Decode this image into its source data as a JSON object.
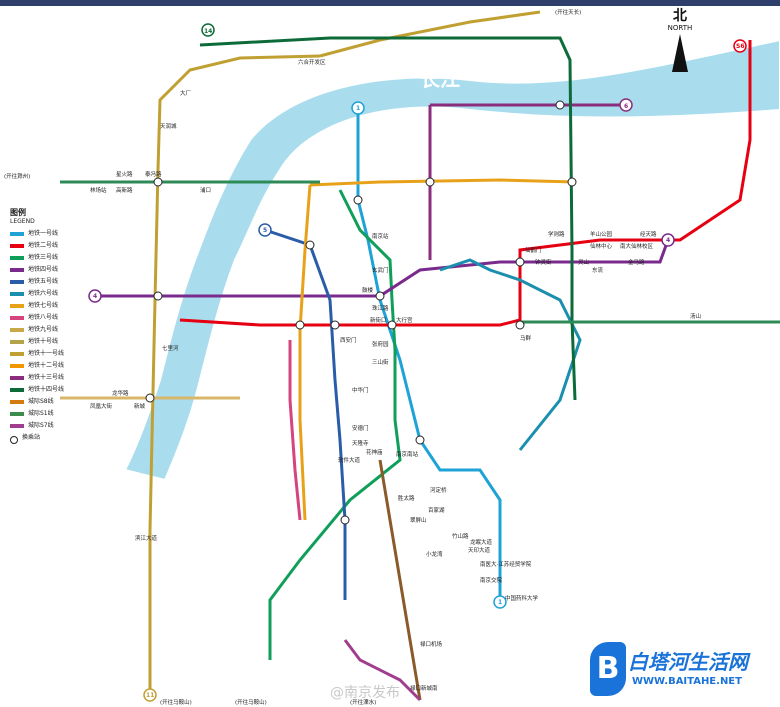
{
  "map": {
    "river_name": "长江",
    "north": {
      "cn": "北",
      "en": "NORTH"
    },
    "legend": {
      "title": "图例",
      "subtitle": "LEGEND",
      "items": [
        {
          "label": "地铁一号线",
          "color": "#1fa2d6"
        },
        {
          "label": "地铁二号线",
          "color": "#e60012"
        },
        {
          "label": "地铁三号线",
          "color": "#0f9f5a"
        },
        {
          "label": "地铁四号线",
          "color": "#7a2a8d"
        },
        {
          "label": "地铁五号线",
          "color": "#2a5ca8"
        },
        {
          "label": "地铁六号线",
          "color": "#1b8fae"
        },
        {
          "label": "地铁七号线",
          "color": "#e8a21a"
        },
        {
          "label": "地铁八号线",
          "color": "#d6447e"
        },
        {
          "label": "地铁九号线",
          "color": "#c8a948"
        },
        {
          "label": "地铁十号线",
          "color": "#b3a44a"
        },
        {
          "label": "地铁十一号线",
          "color": "#c0a032"
        },
        {
          "label": "地铁十二号线",
          "color": "#f29600"
        },
        {
          "label": "地铁十三号线",
          "color": "#8b2d7c"
        },
        {
          "label": "地铁十四号线",
          "color": "#0d6b3a"
        },
        {
          "label": "城际S8线",
          "color": "#d37a10"
        },
        {
          "label": "城际S1线",
          "color": "#3c8c4e"
        },
        {
          "label": "城际S7线",
          "color": "#a23d8e"
        },
        {
          "label": "换乘站",
          "color": "#ffffff"
        }
      ]
    },
    "labels": {
      "top_left_fork": "(开往滁州)",
      "top_right_fork": "(开往天长)",
      "bottom_fork_1": "(开往马鞍山)",
      "bottom_fork_2": "(开往溧水)",
      "bottom_fork_3": "(开往马鞍山)",
      "lukou": "禄口机场",
      "six_line": "六合开发区",
      "stations_left": [
        "林场站",
        "星火路",
        "高新路",
        "泰冯路",
        "天润城",
        "浦口",
        "大厂",
        "龙华路",
        "凤凰大街",
        "新城",
        "七里河",
        "滨江大道"
      ],
      "stations_center": [
        "鼓楼",
        "新街口",
        "大行宫",
        "西安门",
        "南京站",
        "玄武门",
        "珠江路",
        "张府园",
        "三山街",
        "中华门",
        "安德门",
        "天隆寺",
        "软件大道",
        "花神庙",
        "南京南站"
      ],
      "stations_right": [
        "仙林中心",
        "羊山公园",
        "南大仙林校区",
        "经天路",
        "马群",
        "钟灵街",
        "仙鹤门",
        "学则路",
        "金马路",
        "灵山",
        "东流",
        "汤山"
      ],
      "stations_south": [
        "翠屏山",
        "河定桥",
        "胜太路",
        "百家湖",
        "小龙湾",
        "竹山路",
        "天印大道",
        "龙眠大道",
        "南医大·江苏经贸学院",
        "南京交院",
        "中国药科大学",
        "禄口新城南"
      ]
    },
    "brand": {
      "cn": "白塔河生活网",
      "en": "WWW.BAITAHE.NET"
    },
    "watermark": "@南京发布"
  }
}
